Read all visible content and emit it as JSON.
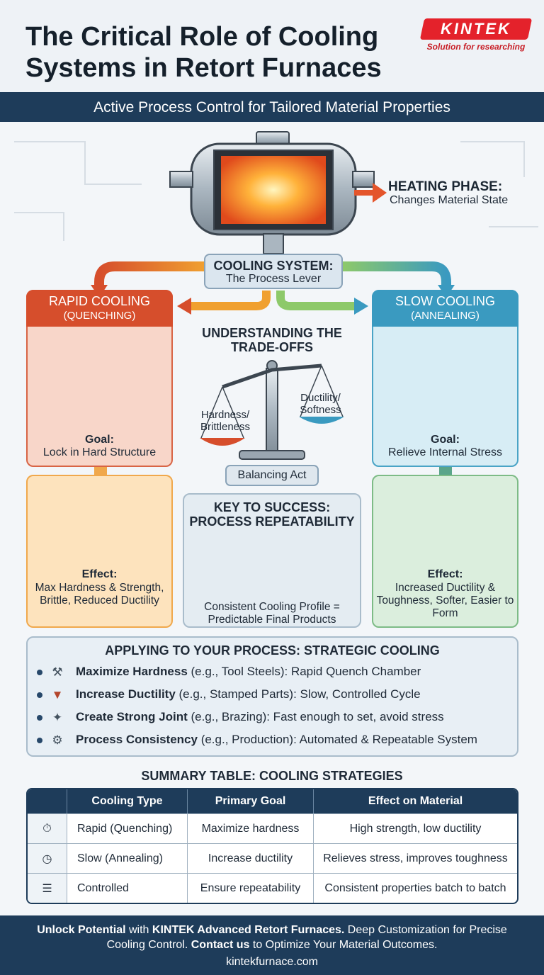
{
  "header": {
    "title": "The Critical Role of Cooling Systems in Retort Furnaces",
    "subtitle": "Active Process Control for Tailored Material Properties",
    "logo": {
      "brand": "KINTEK",
      "tagline": "Solution for researching",
      "color": "#e4222b"
    }
  },
  "heating": {
    "title": "HEATING PHASE:",
    "subtitle": "Changes Material State"
  },
  "cooling_system": {
    "title": "COOLING SYSTEM:",
    "subtitle": "The Process Lever"
  },
  "rapid": {
    "title": "RAPID COOLING",
    "subtitle": "(QUENCHING)",
    "goal_label": "Goal:",
    "goal": "Lock in Hard Structure",
    "effect_label": "Effect:",
    "effect": "Max Hardness & Strength, Brittle, Reduced Ductility",
    "color": "#d64e2c"
  },
  "slow": {
    "title": "SLOW COOLING",
    "subtitle": "(ANNEALING)",
    "goal_label": "Goal:",
    "goal": "Relieve Internal Stress",
    "effect_label": "Effect:",
    "effect": "Increased Ductility & Toughness, Softer, Easier to Form",
    "color": "#3a9ac0"
  },
  "tradeoffs": {
    "title": "UNDERSTANDING THE TRADE-OFFS",
    "left_pan": "Hardness/ Brittleness",
    "right_pan": "Ductility/ Softness",
    "caption": "Balancing Act"
  },
  "repeatability": {
    "title": "KEY TO SUCCESS: PROCESS REPEATABILITY",
    "caption": "Consistent Cooling Profile = Predictable Final Products"
  },
  "apply": {
    "title": "APPLYING TO YOUR PROCESS: STRATEGIC COOLING",
    "items": [
      {
        "icon": "hammer-icon",
        "bold": "Maximize Hardness",
        "text": " (e.g., Tool Steels): Rapid Quench Chamber"
      },
      {
        "icon": "stamp-icon",
        "bold": "Increase Ductility",
        "text": " (e.g., Stamped Parts): Slow, Controlled Cycle"
      },
      {
        "icon": "brazing-torch-icon",
        "bold": "Create Strong Joint",
        "text": " (e.g., Brazing): Fast enough to set, avoid stress"
      },
      {
        "icon": "gear-icon",
        "bold": "Process Consistency",
        "text": " (e.g., Production): Automated & Repeatable System"
      }
    ]
  },
  "table": {
    "title": "SUMMARY TABLE: COOLING STRATEGIES",
    "headers": [
      "Cooling Type",
      "Primary Goal",
      "Effect on Material"
    ],
    "rows": [
      {
        "icon": "stopwatch-icon",
        "type": "Rapid (Quenching)",
        "goal": "Maximize hardness",
        "effect": "High strength, low ductility"
      },
      {
        "icon": "clock-icon",
        "type": "Slow (Annealing)",
        "goal": "Increase ductility",
        "effect": "Relieves stress, improves toughness"
      },
      {
        "icon": "sliders-icon",
        "type": "Controlled",
        "goal": "Ensure repeatability",
        "effect": "Consistent properties batch to batch"
      }
    ]
  },
  "footer": {
    "b1": "Unlock Potential",
    "t1": " with ",
    "b2": "KINTEK Advanced Retort Furnaces.",
    "t2": " Deep Customization for Precise Cooling Control. ",
    "b3": "Contact us",
    "t3": " to Optimize Your Material Outcomes.",
    "url": "kintekfurnace.com"
  }
}
